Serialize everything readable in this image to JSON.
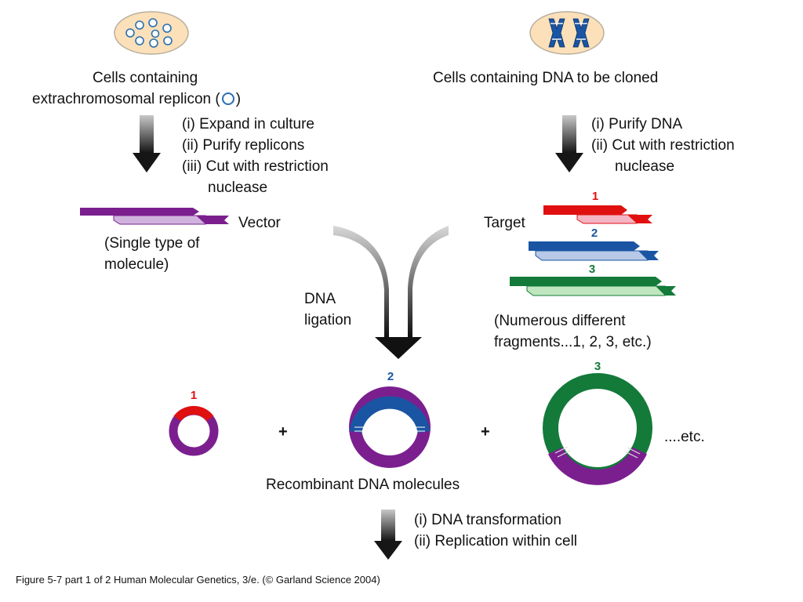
{
  "left_source": {
    "title_line1": "Cells containing",
    "title_line2": "extrachromosomal replicon (",
    "title_line2_end": ")",
    "steps": [
      "(i)  Expand in culture",
      "(ii)  Purify replicons",
      "(iii)  Cut with restriction",
      "nuclease"
    ],
    "vector_label": "Vector",
    "vector_note_line1": "(Single type of",
    "vector_note_line2": "molecule)"
  },
  "right_source": {
    "title": "Cells containing DNA to be cloned",
    "steps": [
      "(i)  Purify DNA",
      "(ii)  Cut with restriction",
      "nuclease"
    ],
    "target_label": "Target",
    "fragment_labels": [
      "1",
      "2",
      "3"
    ],
    "fragments_note_line1": "(Numerous different",
    "fragments_note_line2": "fragments...1, 2, 3, etc.)"
  },
  "ligation": {
    "line1": "DNA",
    "line2": "ligation"
  },
  "products": {
    "labels": [
      "1",
      "2",
      "3"
    ],
    "plus": "+",
    "etc": "....etc.",
    "title": "Recombinant DNA molecules"
  },
  "final_steps": [
    "(i)  DNA transformation",
    "(ii)  Replication within cell"
  ],
  "caption": "Figure 5-7 part 1 of 2  Human Molecular Genetics, 3/e.  (© Garland Science 2004)",
  "colors": {
    "vector_purple": "#7b1f8f",
    "vector_light": "#cfb3dd",
    "fragment1_red": "#e01010",
    "fragment1_light": "#f4b4c4",
    "fragment2_blue": "#1a55a4",
    "fragment2_light": "#b7c9e6",
    "fragment3_green": "#137a3a",
    "fragment3_light": "#bfe6bf",
    "cell_fill": "#fbe0b9",
    "cell_stroke": "#b9b0a0",
    "arrow_dark": "#1d1d1d",
    "arrow_light": "#b8b8b8"
  }
}
